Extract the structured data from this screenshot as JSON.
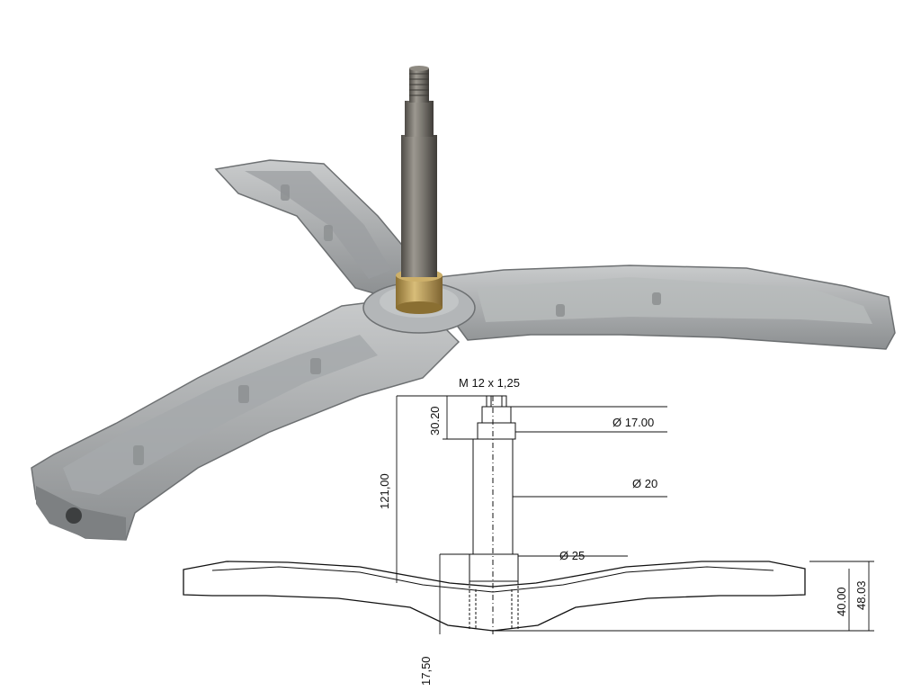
{
  "product_photo": {
    "parts": [
      "three-arm drum spider",
      "drive shaft",
      "brass bushing"
    ]
  },
  "drawing": {
    "labels": {
      "thread": "M 12 x 1,25",
      "thread_length": "30.20",
      "diameter_upper": "Ø 17.00",
      "diameter_shaft": "Ø 20",
      "diameter_base": "Ø 25",
      "total_length": "121,00",
      "hub_height": "40.00",
      "overall_height": "48.03",
      "below_arm": "17,50"
    }
  },
  "colors": {
    "metal": "#a3a6a8",
    "metal_shadow": "#6f7375",
    "metal_light": "#d3d5d6",
    "shaft": "#7b7872",
    "brass": "#b89a52",
    "line": "#111111"
  }
}
